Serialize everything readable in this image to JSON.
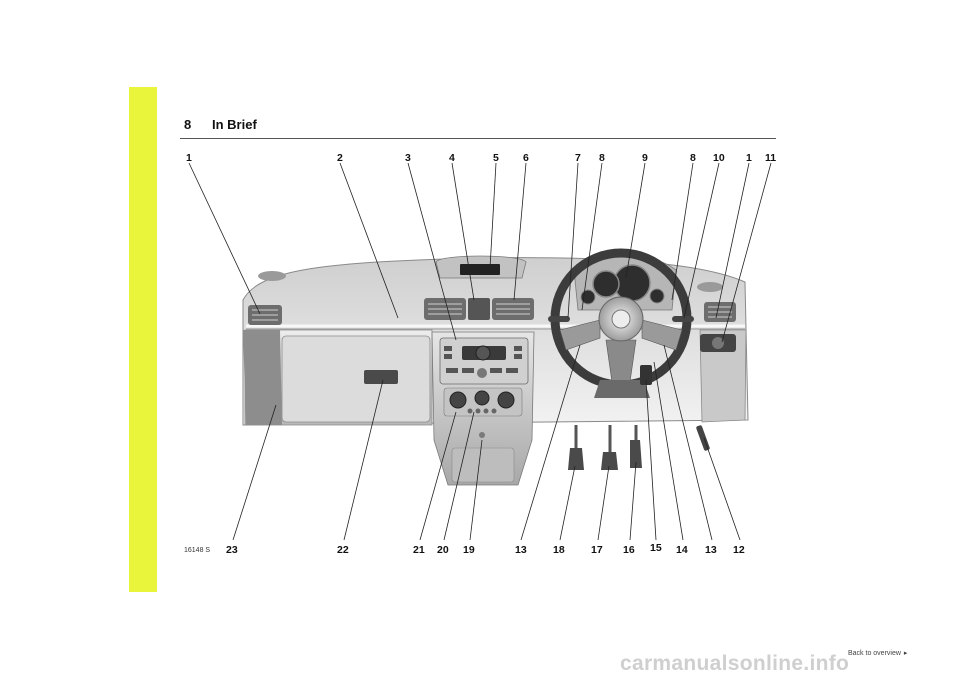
{
  "header": {
    "page_number": "8",
    "section_title": "In Brief"
  },
  "figure": {
    "code": "16148 S",
    "top_callouts": [
      "1",
      "2",
      "3",
      "4",
      "5",
      "6",
      "7",
      "8",
      "9",
      "8",
      "10",
      "1",
      "11"
    ],
    "bottom_callouts": [
      "23",
      "22",
      "21",
      "20",
      "19",
      "13",
      "18",
      "17",
      "16",
      "15",
      "14",
      "13",
      "12"
    ],
    "colors": {
      "sidebar_strip": "#e9f53a",
      "dashboard_light": "#e2e2e2",
      "dashboard_dark": "#9a9a9a"
    }
  },
  "footer": {
    "back_link": "Back to overview",
    "watermark": "carmanualsonline.info"
  }
}
